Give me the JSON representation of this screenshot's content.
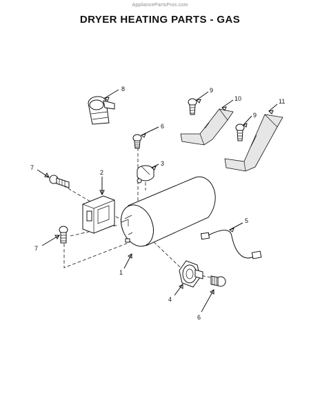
{
  "watermark": "AppliancePartsPros.com",
  "title": "DRYER HEATING PARTS - GAS",
  "callouts": [
    "1",
    "2",
    "3",
    "4",
    "5",
    "6",
    "6",
    "7",
    "7",
    "8",
    "9",
    "9",
    "10",
    "11"
  ]
}
